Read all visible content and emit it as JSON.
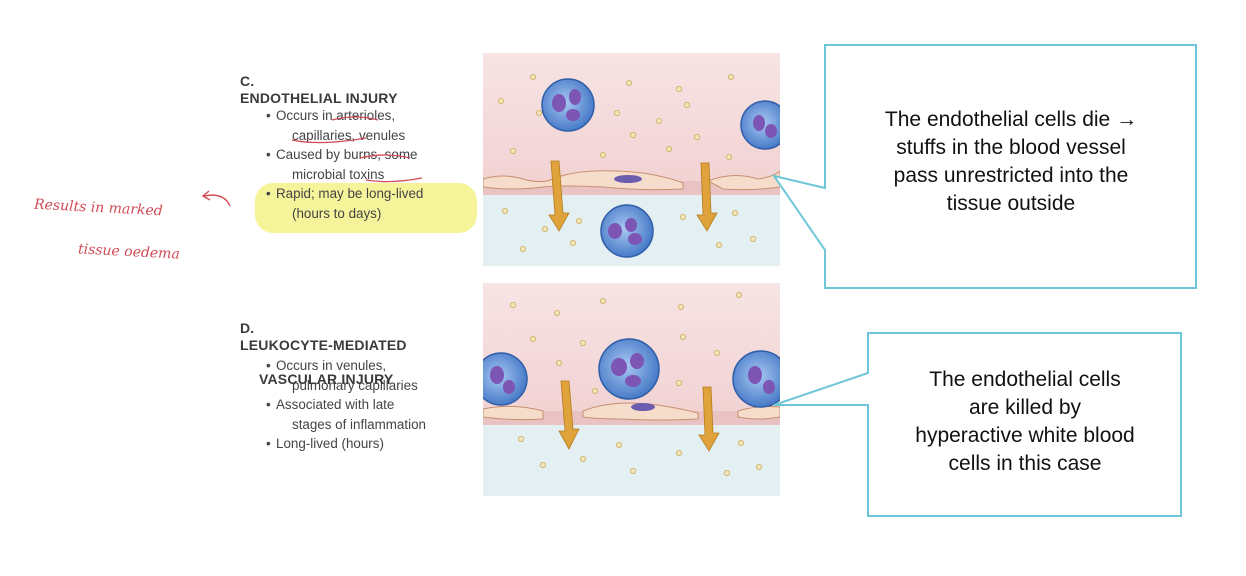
{
  "panel_c": {
    "letter": "C.",
    "title": "ENDOTHELIAL INJURY",
    "bullets": [
      {
        "first": "Occurs in arterioles,",
        "cont": "capillaries, venules"
      },
      {
        "first": "Caused by burns, some",
        "cont": "microbial toxins"
      },
      {
        "first": "Rapid; may be long-lived",
        "cont": "(hours to days)"
      }
    ],
    "handwritten_note": [
      "Results in marked",
      "tissue oedema"
    ]
  },
  "panel_d": {
    "letter": "D.",
    "title_line1": "LEUKOCYTE-MEDIATED",
    "title_line2": "VASCULAR INJURY",
    "bullets": [
      {
        "first": "Occurs in venules,",
        "cont": "pulmonary capillaries"
      },
      {
        "first": "Associated with late",
        "cont": "stages of inflammation"
      },
      {
        "first": "Long-lived (hours)",
        "cont": ""
      }
    ]
  },
  "callouts": [
    {
      "text": "The endothelial cells die →\nstuffs in the blood vessel\npass unrestricted into the\ntissue outside"
    },
    {
      "text": "The endothelial cells\nare killed by\nhyperactive white blood\ncells in this case"
    }
  ],
  "colors": {
    "vessel_top": "#f4dada",
    "tissue_bottom": "#e2eff1",
    "cell_blue": "#5b8fd6",
    "nucleus": "#6b4aa8",
    "arrow": "#e0a23a",
    "callout_border": "#6ec6d8",
    "highlight": "#f3f07a",
    "annotation_red": "#d14a55"
  }
}
